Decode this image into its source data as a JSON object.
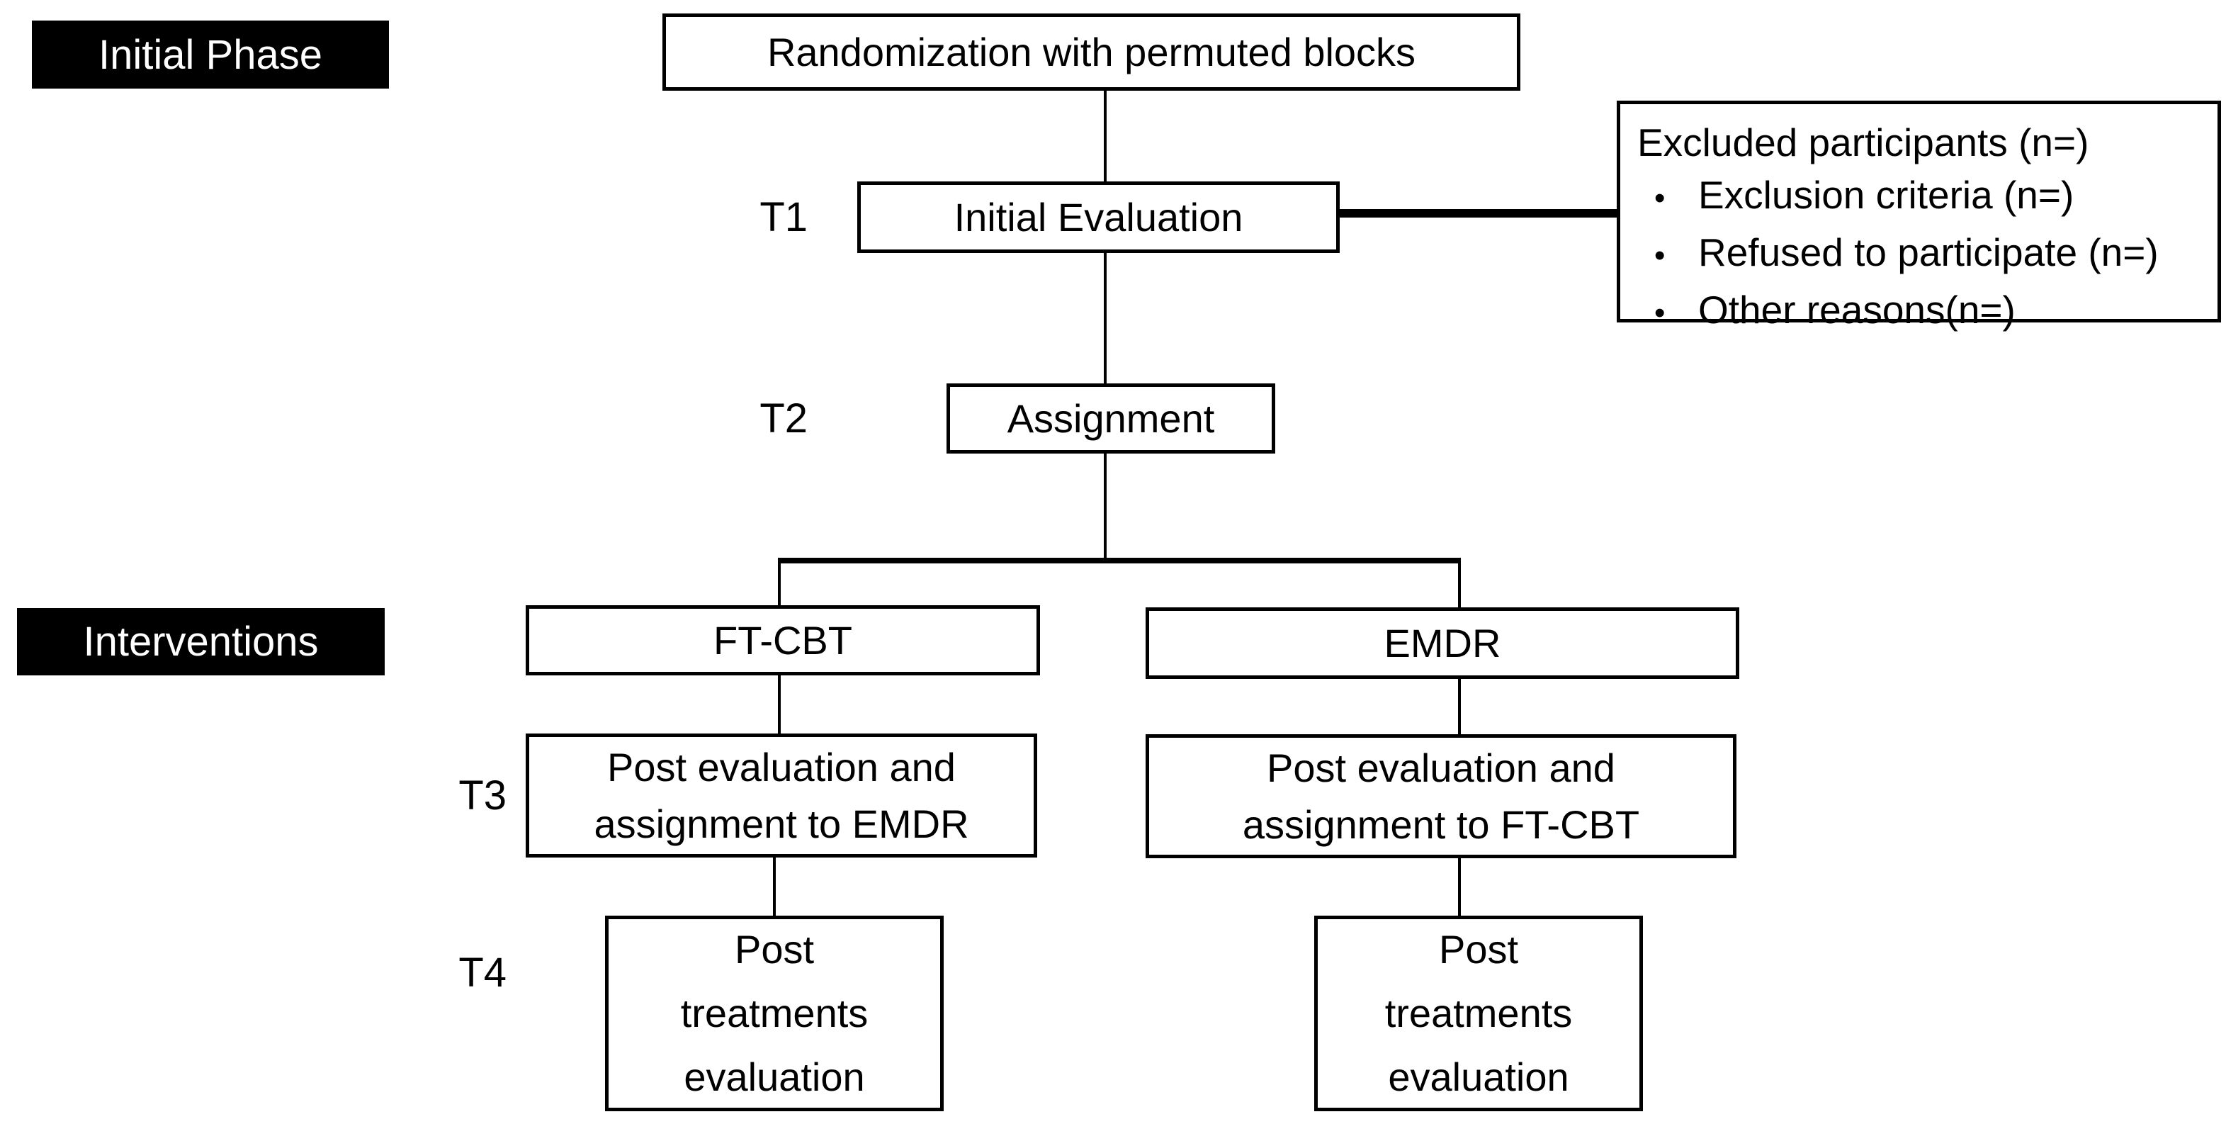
{
  "diagram": {
    "phase_labels": {
      "initial_phase": "Initial Phase",
      "interventions": "Interventions"
    },
    "timepoints": {
      "t1": "T1",
      "t2": "T2",
      "t3": "T3",
      "t4": "T4"
    },
    "nodes": {
      "randomization": "Randomization with permuted blocks",
      "initial_evaluation": "Initial Evaluation",
      "assignment": "Assignment",
      "ft_cbt": "FT-CBT",
      "emdr": "EMDR",
      "post_eval_left": {
        "line1": "Post evaluation and",
        "line2": "assignment to EMDR"
      },
      "post_eval_right": {
        "line1": "Post evaluation and",
        "line2": "assignment to FT-CBT"
      },
      "post_treatments_left": {
        "line1": "Post",
        "line2": "treatments",
        "line3": "evaluation"
      },
      "post_treatments_right": {
        "line1": "Post",
        "line2": "treatments",
        "line3": "evaluation"
      }
    },
    "excluded": {
      "title": "Excluded participants (n=)",
      "bullet": "•",
      "items": [
        "Exclusion criteria (n=)",
        "Refused to participate (n=)",
        "Other reasons(n=)"
      ]
    },
    "colors": {
      "background": "#ffffff",
      "box_border": "#000000",
      "label_bg": "#000000",
      "label_fg": "#ffffff"
    }
  }
}
